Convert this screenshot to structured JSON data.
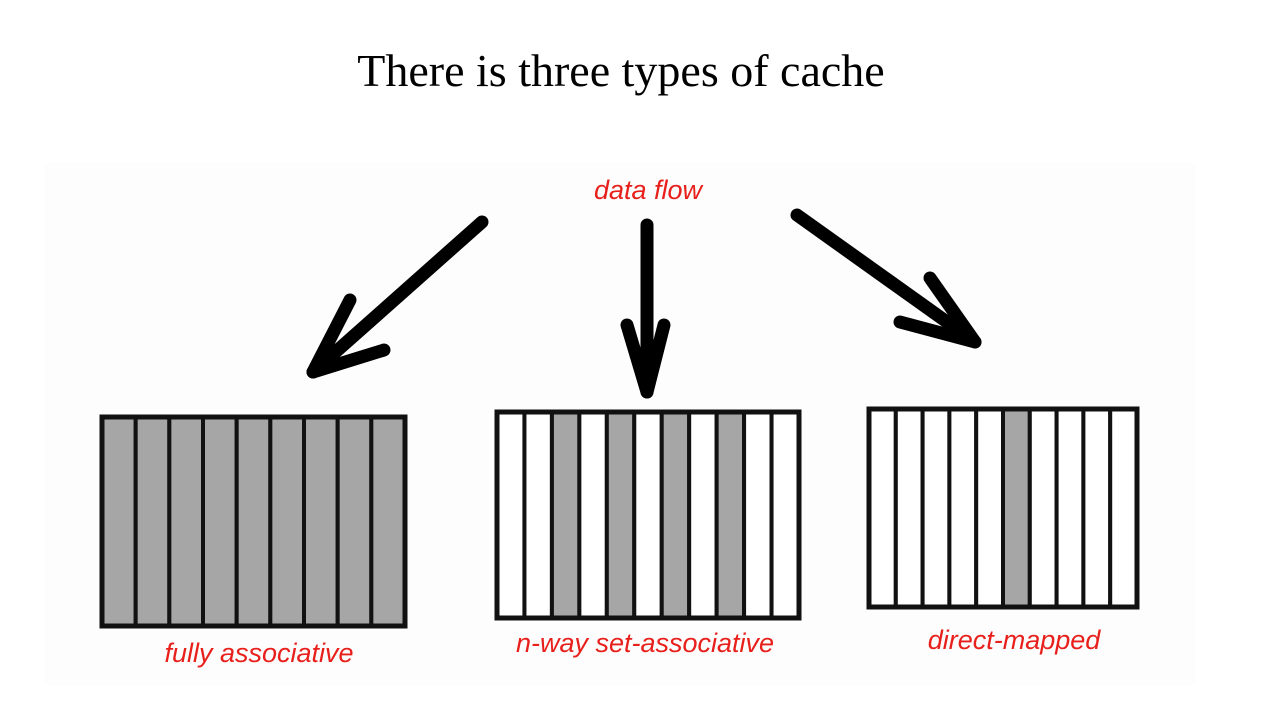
{
  "title": "There is three types of cache",
  "labels": {
    "data_flow": "data flow",
    "fully_associative": "fully associative",
    "n_way": "n-way set-associative",
    "direct_mapped": "direct-mapped"
  },
  "colors": {
    "label": "#e8201c",
    "filled_line": "#a6a6a6",
    "empty_line": "#ffffff",
    "outline": "#111111"
  },
  "caches": [
    {
      "name": "fully associative",
      "lines": [
        "filled",
        "filled",
        "filled",
        "filled",
        "filled",
        "filled",
        "filled",
        "filled",
        "filled"
      ]
    },
    {
      "name": "n-way set-associative",
      "lines": [
        "empty",
        "empty",
        "filled",
        "empty",
        "filled",
        "empty",
        "filled",
        "empty",
        "filled",
        "empty",
        "empty"
      ]
    },
    {
      "name": "direct-mapped",
      "lines": [
        "empty",
        "empty",
        "empty",
        "empty",
        "empty",
        "filled",
        "empty",
        "empty",
        "empty",
        "empty"
      ]
    }
  ]
}
